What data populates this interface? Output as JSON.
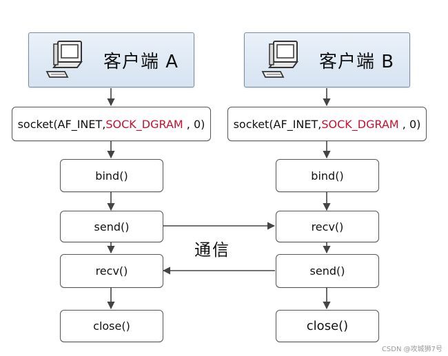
{
  "client_a": {
    "title": "客户端 A",
    "steps": {
      "socket_prefix": "socket(AF_INET,",
      "socket_highlight": "SOCK_DGRAM",
      "socket_suffix": " , 0)",
      "bind": "bind()",
      "send": "send()",
      "recv": "recv()",
      "close": "close()"
    }
  },
  "client_b": {
    "title": "客户端 B",
    "steps": {
      "socket_prefix": "socket(AF_INET,",
      "socket_highlight": "SOCK_DGRAM",
      "socket_suffix": " , 0)",
      "bind": "bind()",
      "recv": "recv()",
      "send": "send()",
      "close": "close()"
    }
  },
  "communication_label": "通信",
  "watermark": "CSDN @攻城狮7号",
  "colors": {
    "highlight": "#c8102e",
    "header_fill": "#d6e3f1",
    "arrow": "#444444"
  },
  "icons": {
    "client": "computer-icon"
  }
}
